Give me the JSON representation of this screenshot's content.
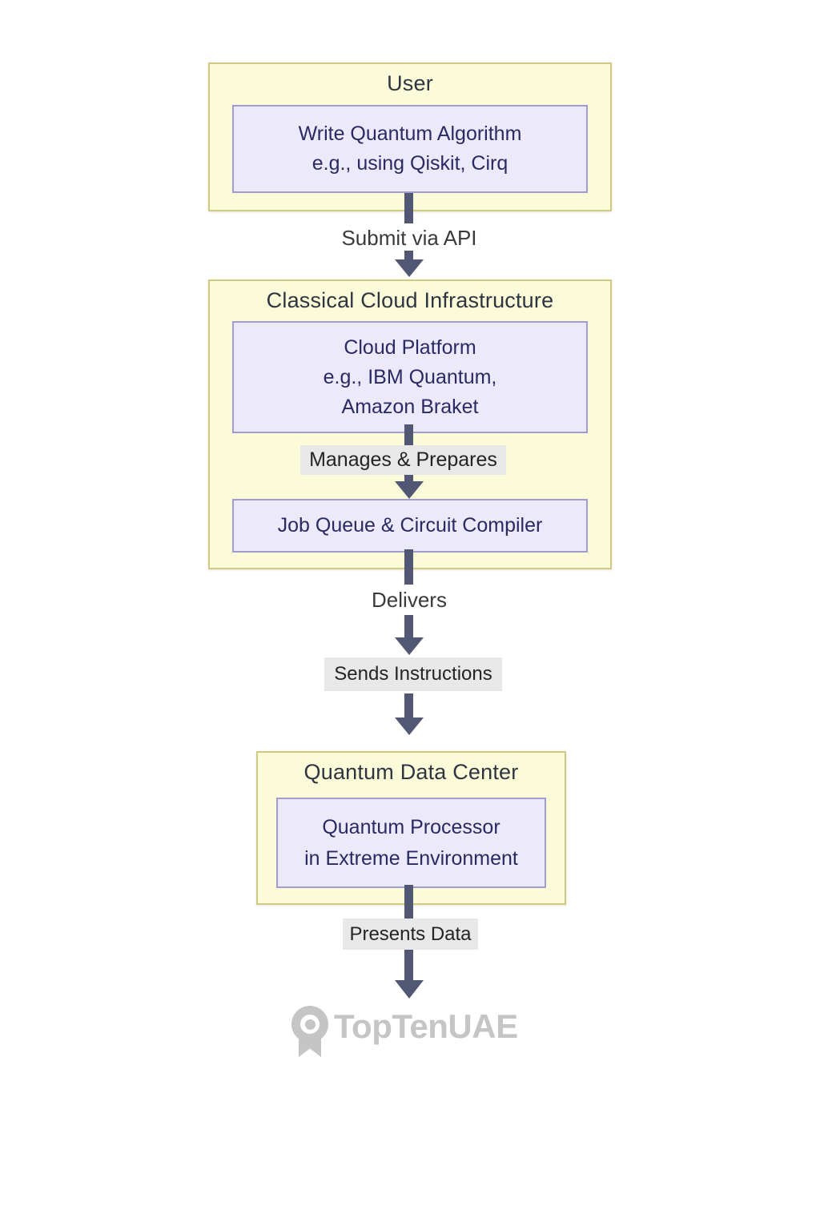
{
  "colors": {
    "canvas_bg": "#ffffff",
    "container_fill": "#fbfbd9",
    "container_border": "#cfc982",
    "node_fill": "#eceafa",
    "node_border": "#a29bce",
    "node_text": "#2b2963",
    "container_title": "#2f3540",
    "edge_text": "#3a3a3a",
    "edge_label_bg": "#e8e8e8",
    "edge_label_text": "#242424",
    "arrow": "#525873",
    "watermark": "#c5c5c5"
  },
  "flow": {
    "user": {
      "title": "User",
      "algorithm_box": {
        "lines": [
          "Write Quantum Algorithm",
          "e.g., using Qiskit, Cirq"
        ]
      }
    },
    "submit_edge": {
      "label": "Submit via API"
    },
    "cloud": {
      "title": "Classical Cloud Infrastructure",
      "platform_box": {
        "lines": [
          "Cloud Platform",
          "e.g., IBM Quantum,",
          "Amazon Braket"
        ]
      },
      "manages_edge": {
        "label": "Manages & Prepares"
      },
      "jobqueue_box": {
        "lines": [
          "Job Queue & Circuit Compiler"
        ]
      }
    },
    "delivers_edge": {
      "label": "Delivers"
    },
    "sends_edge": {
      "label": "Sends Instructions"
    },
    "quantum": {
      "title": "Quantum Data Center",
      "processor_box": {
        "lines": [
          "Quantum Processor",
          "in Extreme Environment"
        ]
      }
    },
    "presents_edge": {
      "label": "Presents Data"
    },
    "watermark": {
      "brand": "TopTenUAE",
      "icon": "award-ribbon-icon"
    }
  }
}
